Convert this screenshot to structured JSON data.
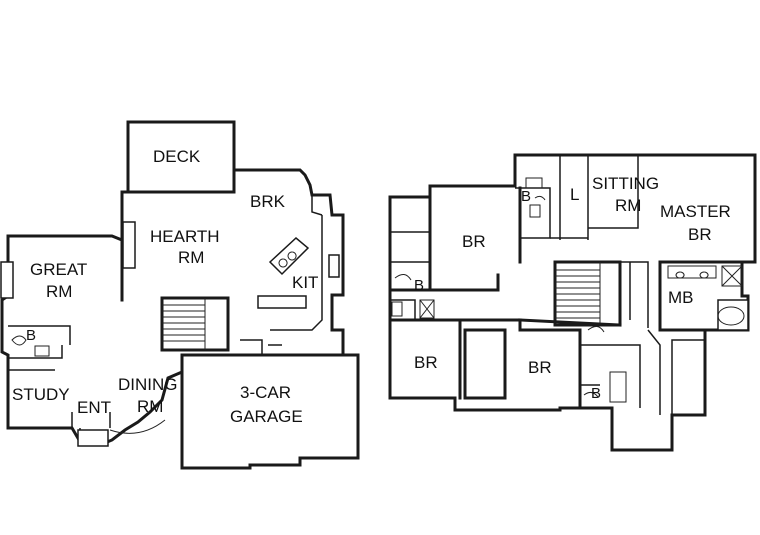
{
  "first_floor": {
    "deck": "DECK",
    "breakfast": "BRK",
    "hearth_rm_line1": "HEARTH",
    "hearth_rm_line2": "RM",
    "great_rm_line1": "GREAT",
    "great_rm_line2": "RM",
    "kitchen": "KIT",
    "bath": "B",
    "study": "STUDY",
    "entry": "ENT",
    "dining_rm_line1": "DINING",
    "dining_rm_line2": "RM",
    "garage_line1": "3-CAR",
    "garage_line2": "GARAGE"
  },
  "second_floor": {
    "bedroom_1": "BR",
    "bedroom_2": "BR",
    "bedroom_3": "BR",
    "bath_1": "B",
    "bath_2": "B",
    "bath_3": "B",
    "laundry": "L",
    "sitting_rm_line1": "SITTING",
    "sitting_rm_line2": "RM",
    "master_br_line1": "MASTER",
    "master_br_line2": "BR",
    "master_bath": "MB"
  }
}
